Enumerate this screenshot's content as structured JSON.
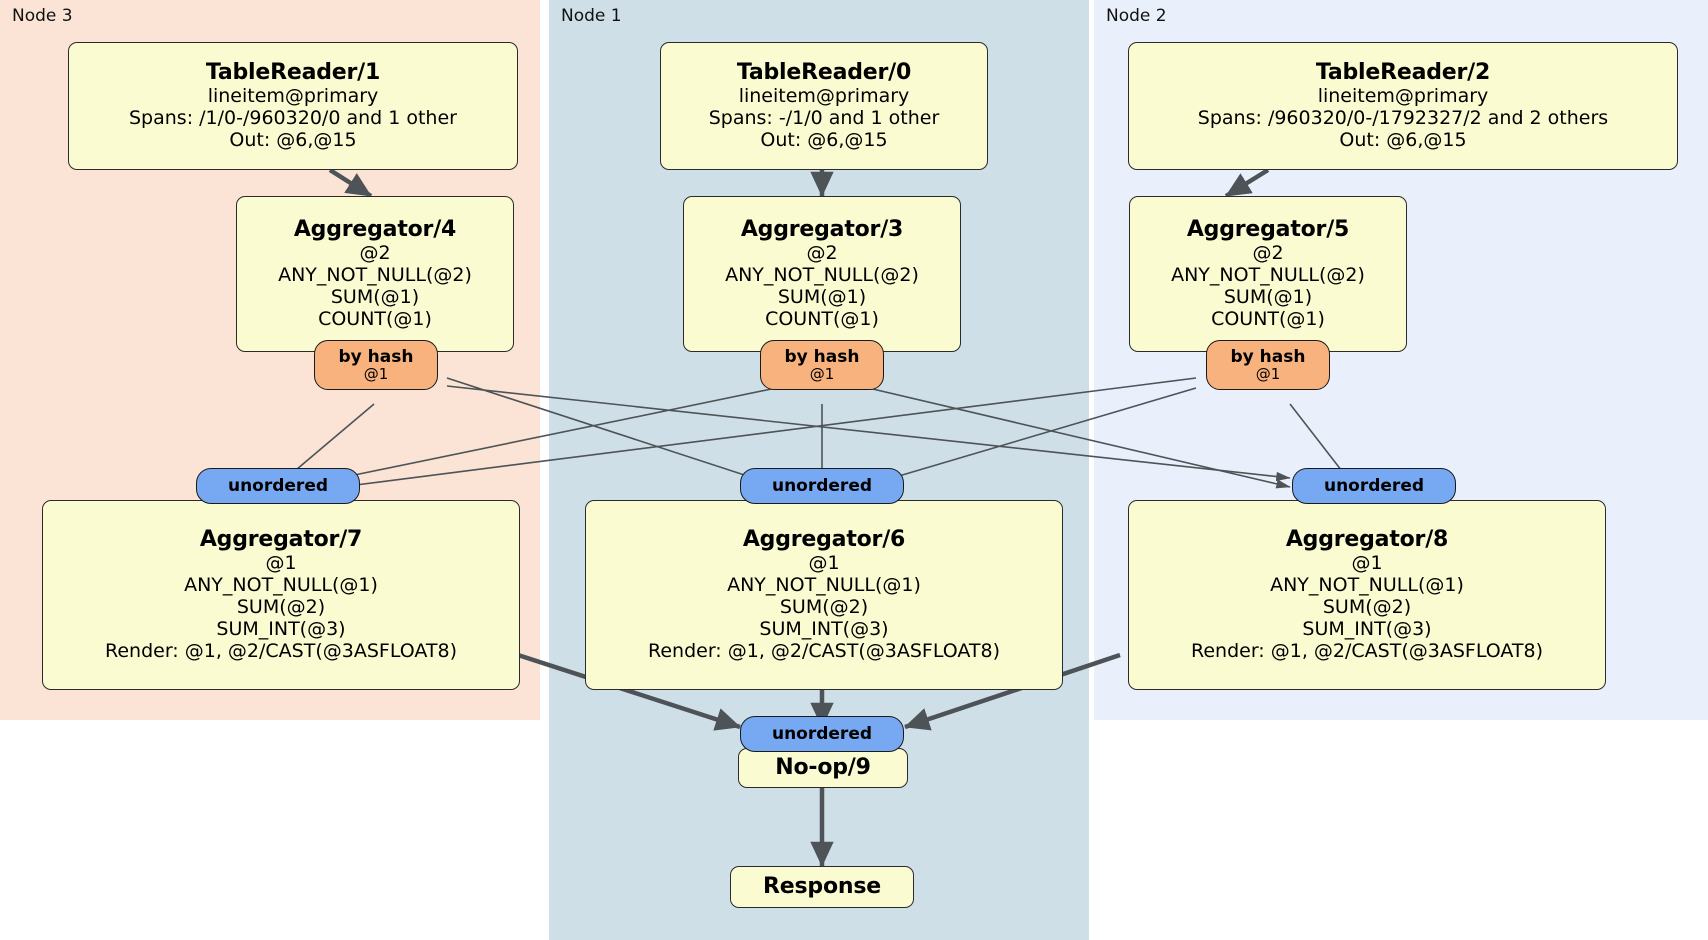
{
  "diagram": {
    "type": "distributed-query-plan",
    "regions": [
      {
        "id": "node3",
        "label": "Node 3",
        "color": "#fbe3d6"
      },
      {
        "id": "node1",
        "label": "Node 1",
        "color": "#cfdfe8"
      },
      {
        "id": "node2",
        "label": "Node 2",
        "color": "#eaf0fb"
      }
    ],
    "boxes": {
      "tablereader1": {
        "title": "TableReader/1",
        "lines": [
          "lineitem@primary",
          "Spans: /1/0-/960320/0 and 1 other",
          "Out: @6,@15"
        ]
      },
      "tablereader0": {
        "title": "TableReader/0",
        "lines": [
          "lineitem@primary",
          "Spans: -/1/0 and 1 other",
          "Out: @6,@15"
        ]
      },
      "tablereader2": {
        "title": "TableReader/2",
        "lines": [
          "lineitem@primary",
          "Spans: /960320/0-/1792327/2 and 2 others",
          "Out: @6,@15"
        ]
      },
      "aggregator4": {
        "title": "Aggregator/4",
        "lines": [
          "@2",
          "ANY_NOT_NULL(@2)",
          "SUM(@1)",
          "COUNT(@1)"
        ]
      },
      "aggregator3": {
        "title": "Aggregator/3",
        "lines": [
          "@2",
          "ANY_NOT_NULL(@2)",
          "SUM(@1)",
          "COUNT(@1)"
        ]
      },
      "aggregator5": {
        "title": "Aggregator/5",
        "lines": [
          "@2",
          "ANY_NOT_NULL(@2)",
          "SUM(@1)",
          "COUNT(@1)"
        ]
      },
      "aggregator7": {
        "title": "Aggregator/7",
        "lines": [
          "@1",
          "ANY_NOT_NULL(@1)",
          "SUM(@2)",
          "SUM_INT(@3)",
          "Render: @1, @2/CAST(@3ASFLOAT8)"
        ]
      },
      "aggregator6": {
        "title": "Aggregator/6",
        "lines": [
          "@1",
          "ANY_NOT_NULL(@1)",
          "SUM(@2)",
          "SUM_INT(@3)",
          "Render: @1, @2/CAST(@3ASFLOAT8)"
        ]
      },
      "aggregator8": {
        "title": "Aggregator/8",
        "lines": [
          "@1",
          "ANY_NOT_NULL(@1)",
          "SUM(@2)",
          "SUM_INT(@3)",
          "Render: @1, @2/CAST(@3ASFLOAT8)"
        ]
      },
      "noop9": {
        "title": "No-op/9",
        "lines": []
      },
      "response": {
        "title": "Response",
        "lines": []
      }
    },
    "badges": {
      "hash_left": {
        "title": "by hash",
        "sub": "@1",
        "color": "#f7b27e"
      },
      "hash_center": {
        "title": "by hash",
        "sub": "@1",
        "color": "#f7b27e"
      },
      "hash_right": {
        "title": "by hash",
        "sub": "@1",
        "color": "#f7b27e"
      },
      "unord_left": {
        "title": "unordered",
        "sub": "",
        "color": "#77a8f2"
      },
      "unord_center": {
        "title": "unordered",
        "sub": "",
        "color": "#77a8f2"
      },
      "unord_right": {
        "title": "unordered",
        "sub": "",
        "color": "#77a8f2"
      },
      "unord_final": {
        "title": "unordered",
        "sub": "",
        "color": "#77a8f2"
      }
    }
  }
}
